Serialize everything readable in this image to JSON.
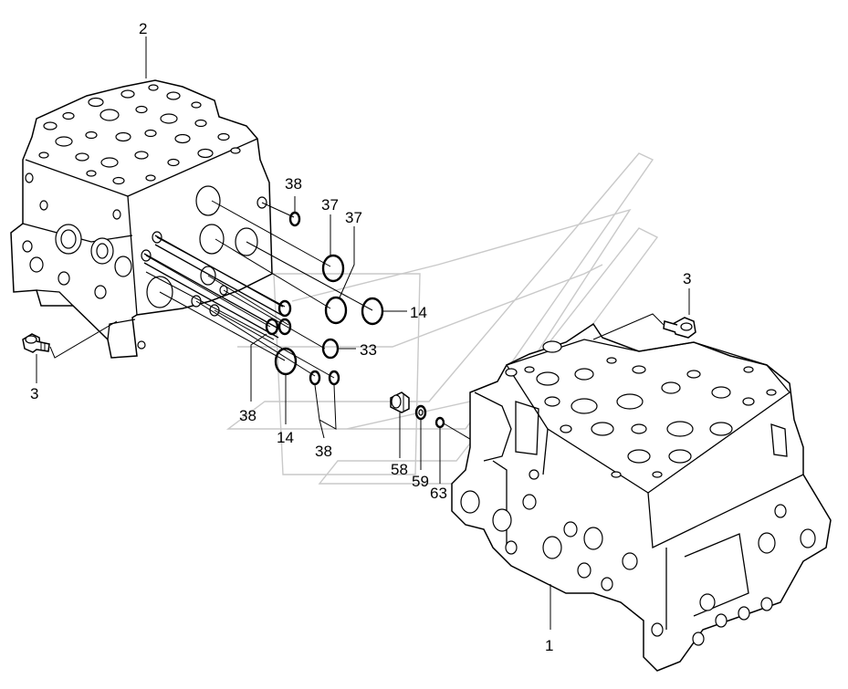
{
  "callouts": {
    "c2": "2",
    "c3_left": "3",
    "c3_right": "3",
    "c38_top": "38",
    "c37_a": "37",
    "c37_b": "37",
    "c14_right": "14",
    "c33": "33",
    "c38_left": "38",
    "c14_bottom": "14",
    "c38_bottom": "38",
    "c58": "58",
    "c59": "59",
    "c63": "63",
    "c1": "1"
  },
  "parts": {
    "left_block": "valve-block",
    "right_block": "valve-block",
    "bolts": "hex-socket-bolt",
    "o_rings": "o-ring",
    "plug": "plug",
    "washer": "washer"
  }
}
